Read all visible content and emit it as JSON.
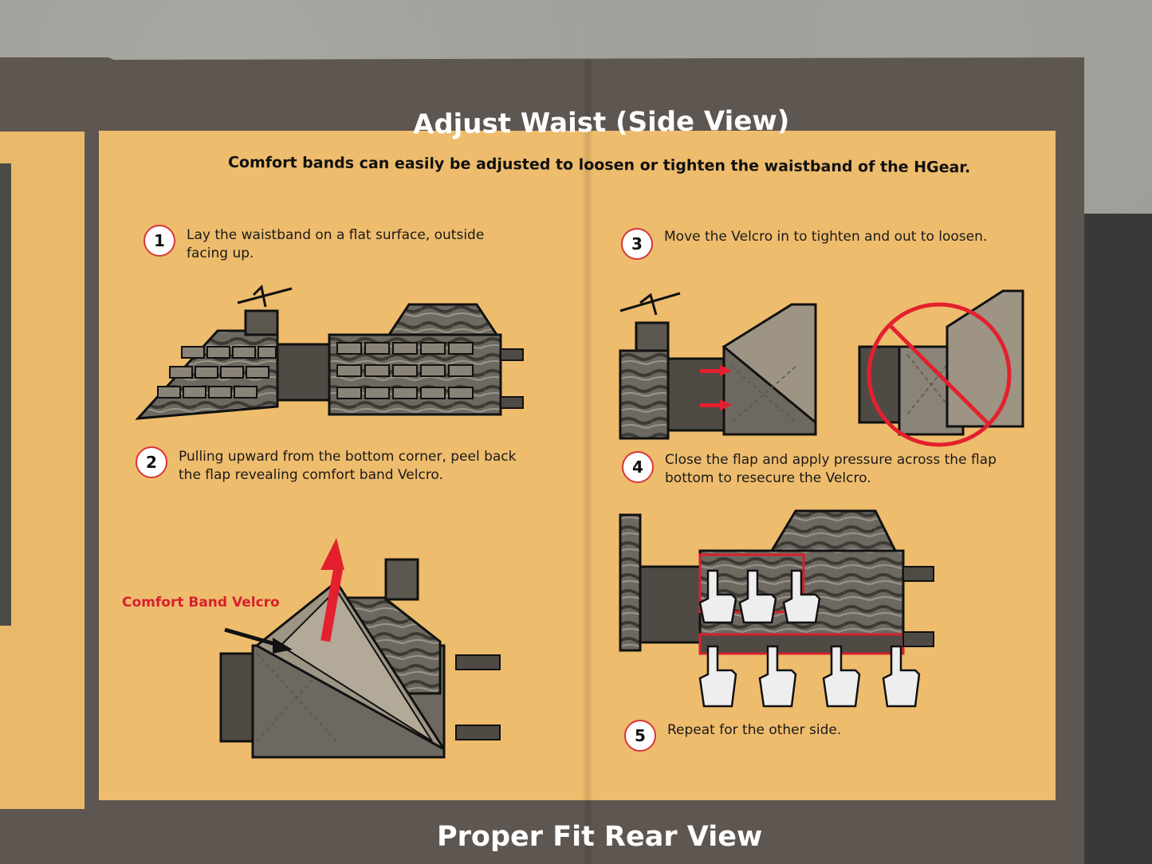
{
  "title": "Adjust Waist (Side View)",
  "subtitle": "Comfort bands can easily be adjusted to loosen or tighten the waistband of the HGear.",
  "steps": [
    {
      "num": "1",
      "text": "Lay the waistband on a flat surface, outside facing up."
    },
    {
      "num": "2",
      "text": "Pulling upward from the bottom corner, peel back the flap revealing comfort band Velcro."
    },
    {
      "num": "3",
      "text": "Move the Velcro in to tighten and out to loosen."
    },
    {
      "num": "4",
      "text": "Close the flap and apply pressure across the flap bottom to resecure the Velcro."
    },
    {
      "num": "5",
      "text": "Repeat for the other side."
    }
  ],
  "callout": "Comfort Band Velcro",
  "next_section": "Proper Fit Rear View",
  "colors": {
    "panel": "#eebc6d",
    "border": "#5e5650",
    "accent_red": "#d8202e",
    "camo_dark": "#4a4640",
    "camo_light": "#8a8478"
  },
  "icons": [
    "hand-press-icon",
    "no-symbol-icon",
    "up-arrow-icon",
    "pointer-arrow-icon"
  ]
}
